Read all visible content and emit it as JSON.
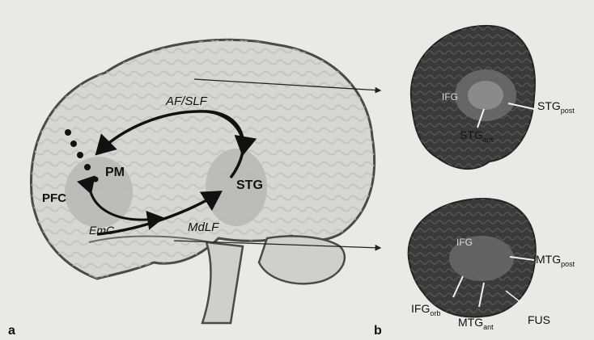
{
  "panel_a": {
    "panel_letter": "a",
    "labels": {
      "af_slf": "AF/SLF",
      "pm": "PM",
      "pfc": "PFC",
      "stg": "STG",
      "mdlf": "MdLF",
      "emc": "EmC"
    }
  },
  "panel_b": {
    "panel_letter": "b",
    "top_brain": {
      "ifg": "IFG",
      "stg_post": {
        "base": "STG",
        "sub": "post"
      },
      "stg_ant": {
        "base": "STG",
        "sub": "ant"
      }
    },
    "bottom_brain": {
      "ifg": "IFG",
      "mtg_post": {
        "base": "MTG",
        "sub": "post"
      },
      "ifg_orb": {
        "base": "IFG",
        "sub": "orb"
      },
      "mtg_ant": {
        "base": "MTG",
        "sub": "ant"
      },
      "fus": "FUS"
    }
  },
  "colors": {
    "background": "#e9e9e6",
    "brain_fill": "#d6d6d2",
    "brain_outline": "#4a4a4a",
    "region_fill": "#b9b9b6",
    "dark_brain": "#3a3a3a"
  }
}
